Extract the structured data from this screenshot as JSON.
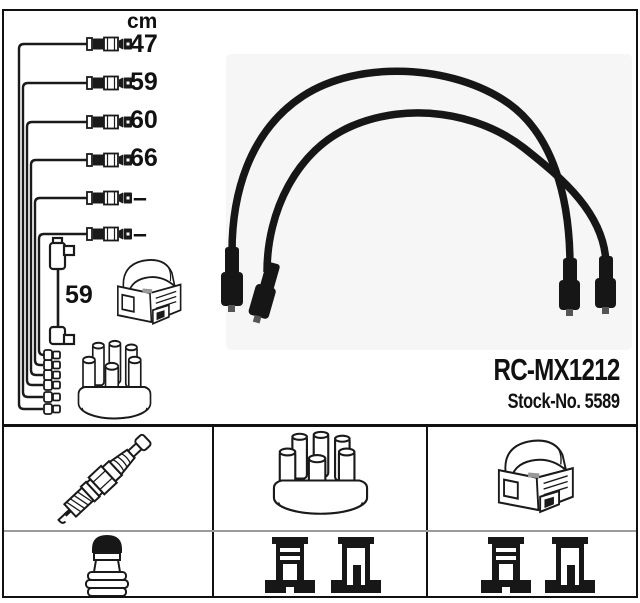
{
  "header": {
    "unit_label": "cm"
  },
  "cable_lengths": {
    "unit": "cm",
    "values": [
      "47",
      "59",
      "60",
      "66",
      "–",
      "–"
    ],
    "numeric_values": [
      47,
      59,
      60,
      66,
      null,
      null
    ]
  },
  "coil_lead": {
    "length_label": "59",
    "length_cm": 59
  },
  "product": {
    "code": "RC-MX1212",
    "stock_label": "Stock-No. 5589",
    "stock_number": "5589"
  },
  "diagram_icons": {
    "main_area": [
      "cable-set-drawing",
      "ignition-coil-drawing",
      "distributor-cap-drawing",
      "cable-photo"
    ],
    "parts_grid_row1": [
      "spark-plug",
      "distributor-cap",
      "ignition-coil"
    ],
    "parts_grid_row2": [
      "spark-plug-boot",
      "boot-pair",
      "boot-pair"
    ]
  },
  "colors": {
    "line": "#1a1a1a",
    "frame": "#111111",
    "row_divider": "#9b9b9b",
    "photo_background": "#f6f6f6",
    "background": "#ffffff"
  }
}
